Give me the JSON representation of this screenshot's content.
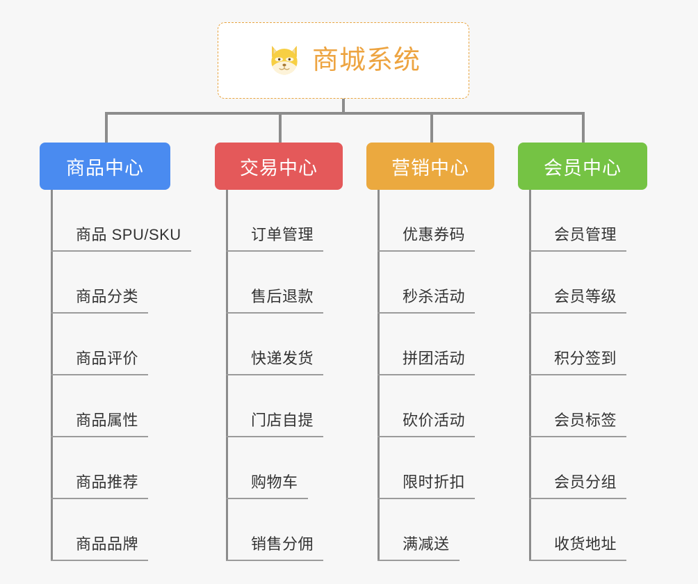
{
  "diagram": {
    "type": "org-chart",
    "background_color": "#f7f7f7",
    "root": {
      "title": "商城系统",
      "icon": "shiba-dog-icon",
      "text_color": "#eda441",
      "border_color": "#e8a33d",
      "background_color": "#ffffff"
    },
    "connector_color": "#8c8c8c",
    "branches": [
      {
        "label": "商品中心",
        "color": "#4a8bf0",
        "items": [
          "商品 SPU/SKU",
          "商品分类",
          "商品评价",
          "商品属性",
          "商品推荐",
          "商品品牌"
        ]
      },
      {
        "label": "交易中心",
        "color": "#e4595a",
        "items": [
          "订单管理",
          "售后退款",
          "快递发货",
          "门店自提",
          "购物车",
          "销售分佣"
        ]
      },
      {
        "label": "营销中心",
        "color": "#eba93f",
        "items": [
          "优惠券码",
          "秒杀活动",
          "拼团活动",
          "砍价活动",
          "限时折扣",
          "满减送"
        ]
      },
      {
        "label": "会员中心",
        "color": "#75c344",
        "items": [
          "会员管理",
          "会员等级",
          "积分签到",
          "会员标签",
          "会员分组",
          "收货地址"
        ]
      }
    ]
  }
}
